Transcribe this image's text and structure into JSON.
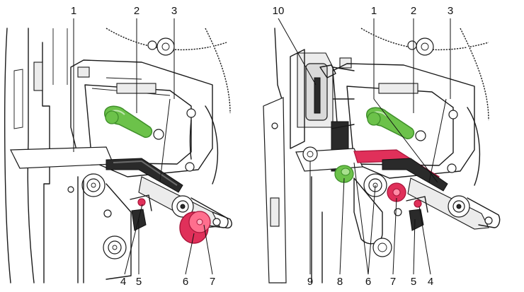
{
  "colors": {
    "green_lever": "#6cc24a",
    "green_dark": "#3f8f2a",
    "red_part": "#e0305a",
    "red_dark": "#a8153a",
    "grey_part": "#b9b9b9",
    "outline": "#1a1a1a"
  },
  "left_diagram": {
    "labels_top": [
      "1",
      "2",
      "3"
    ],
    "labels_bottom": [
      "4",
      "5",
      "6",
      "7"
    ]
  },
  "right_diagram": {
    "labels_top": [
      "10",
      "1",
      "2",
      "3"
    ],
    "labels_bottom": [
      "9",
      "8",
      "6",
      "7",
      "5",
      "4"
    ]
  }
}
